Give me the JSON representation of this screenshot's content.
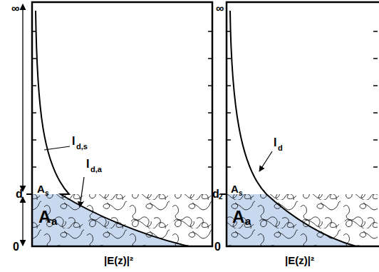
{
  "diagram": {
    "labels": [
      "∞",
      "d",
      "0",
      "I",
      "d,s",
      "A",
      "s",
      "I",
      "d,a",
      "A",
      "a",
      "|E(z)|²",
      "∞",
      "d",
      "2",
      "0",
      "I",
      "d",
      "A",
      "s",
      "A",
      "a",
      "|E(z)|²"
    ]
  }
}
